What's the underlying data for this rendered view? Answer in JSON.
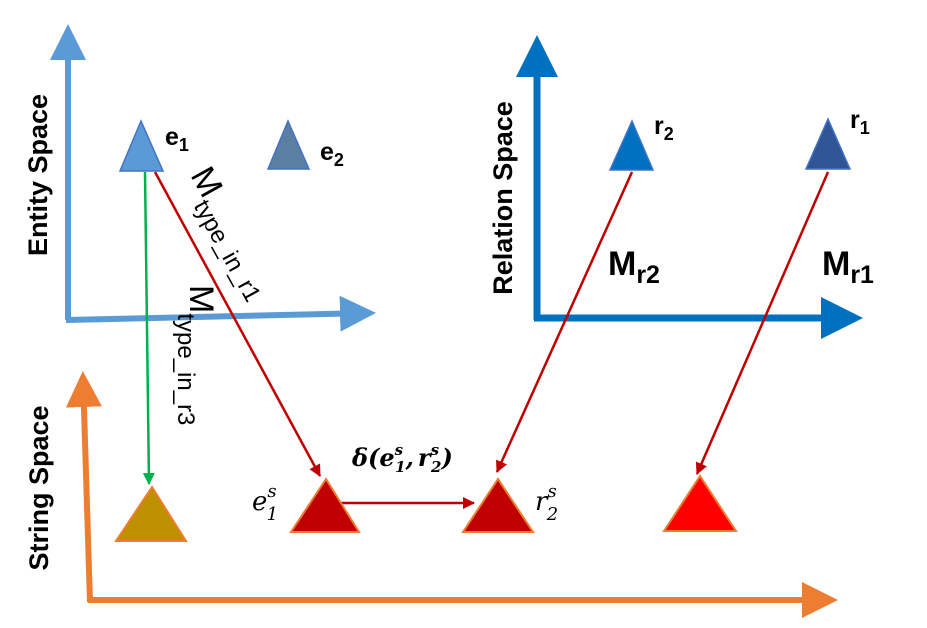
{
  "spaces": {
    "entity": "Entity Space",
    "relation": "Relation Space",
    "string": "String Space"
  },
  "nodes": {
    "e1": {
      "base": "e",
      "sub": "1"
    },
    "e2": {
      "base": "e",
      "sub": "2"
    },
    "r2": {
      "base": "r",
      "sub": "2"
    },
    "r1": {
      "base": "r",
      "sub": "1"
    },
    "e1s": {
      "base": "e",
      "sup": "s",
      "sub": "1"
    },
    "r2s": {
      "base": "r",
      "sup": "s",
      "sub": "2"
    }
  },
  "mappings": {
    "m_type_in_r1": {
      "base": "M",
      "sub": "type_in_r1"
    },
    "m_type_in_r3": {
      "base": "M",
      "sub": "type_in_r3"
    },
    "m_r2": {
      "base": "M",
      "sub": "r2"
    },
    "m_r1": {
      "base": "M",
      "sub": "r1"
    }
  },
  "distance": {
    "fn": "δ(",
    "a_base": "e",
    "a_sup": "s",
    "a_sub": "1",
    "sep": ",",
    "b_base": "r",
    "b_sup": "s",
    "b_sub": "2",
    "close": ")"
  },
  "colors": {
    "entity_axis": "#5b9bd5",
    "relation_axis": "#0070c0",
    "string_axis": "#ed7d31",
    "e1": "#5b9bd5",
    "e2": "#5b7fa3",
    "r2": "#0070c0",
    "r1": "#2f5597",
    "string_olive": "#bf9000",
    "string_dark_red": "#c00000",
    "string_red": "#ff0000",
    "triangle_outline": "#ed7d31",
    "red_arrow": "#c00000",
    "green_arrow": "#00b050"
  }
}
